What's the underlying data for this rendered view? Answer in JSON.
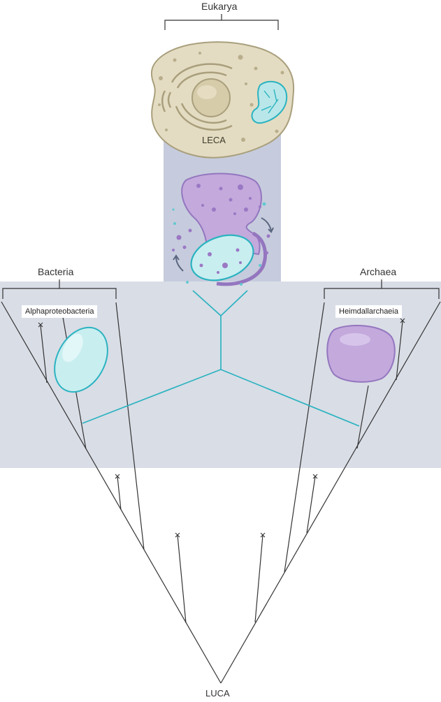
{
  "labels": {
    "eukarya": "Eukarya",
    "leca": "LECA",
    "bacteria": "Bacteria",
    "archaea": "Archaea",
    "alphaproteobacteria": "Alphaproteobacteria",
    "heimdallarchaeia": "Heimdallarchaeia",
    "luca": "LUCA"
  },
  "extinct_marker": "×",
  "colors": {
    "panel": "#d9dde6",
    "column": "#c6ccdd",
    "teal": "#2bb3c0",
    "bacterium_fill": "#c9eef0",
    "archaeon_fill": "#c3a9dc",
    "archaeon_stroke": "#9476bf",
    "cell_fill": "#e4dcc2",
    "cell_stroke": "#a99f7c",
    "line": "#333333",
    "arrow": "#5b6680"
  },
  "icons": [
    "eukaryotic-cell-icon",
    "nucleus-icon",
    "mitochondrion-icon",
    "archaeon-cell-icon",
    "bacterium-cell-icon",
    "extinction-cross-icon",
    "rotation-arrow-icon"
  ]
}
